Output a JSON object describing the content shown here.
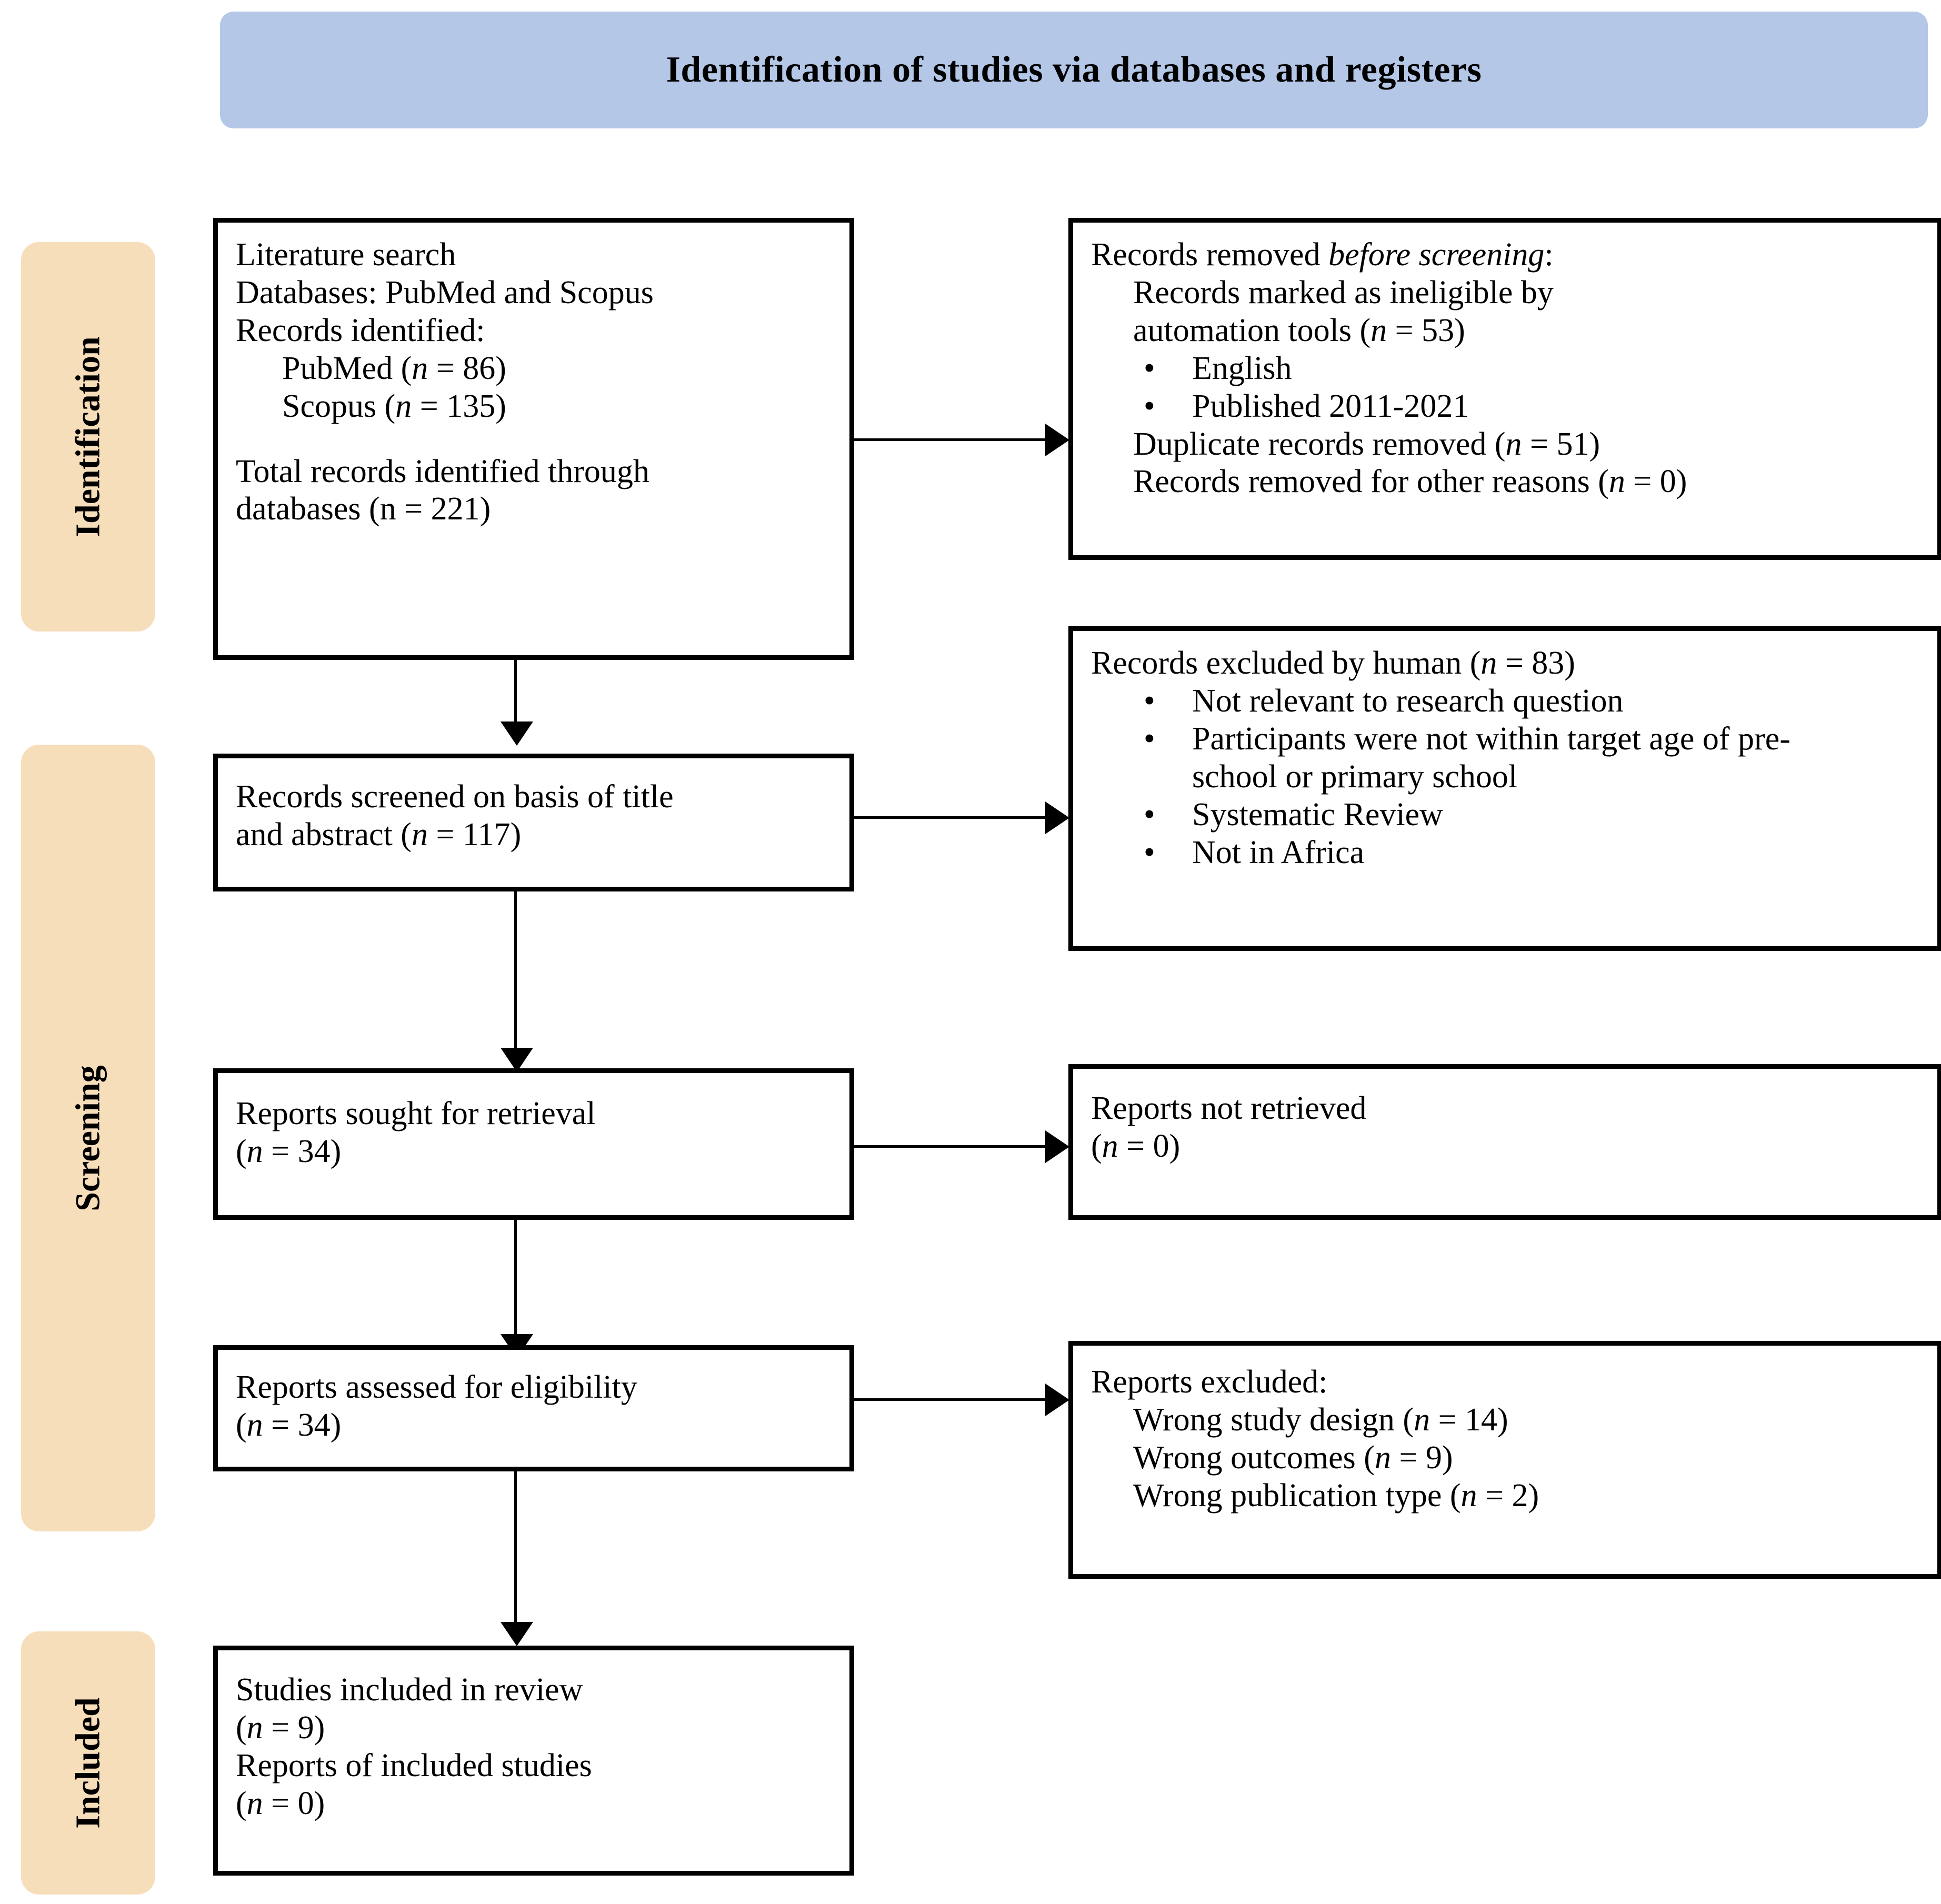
{
  "banner": {
    "title": "Identification of studies via databases and registers"
  },
  "stages": [
    {
      "key": "identification",
      "label": "Identification"
    },
    {
      "key": "screening",
      "label": "Screening"
    },
    {
      "key": "included",
      "label": "Included"
    }
  ],
  "boxes": {
    "identification_left": {
      "l1": "Literature search",
      "l2": "Databases: PubMed and Scopus",
      "l3": "Records identified:",
      "l4_label": "PubMed (",
      "l4_n": "n",
      "l4_val": " = 86)",
      "l5_label": "Scopus (",
      "l5_n": "n",
      "l5_val": " = 135)",
      "l6": "Total records identified through",
      "l7": "databases (n = 221)"
    },
    "identification_right": {
      "l1_pre": "Records removed ",
      "l1_em": "before screening",
      "l1_post": ":",
      "l2": "Records marked as ineligible by",
      "l3_pre": "automation tools (",
      "l3_n": "n",
      "l3_post": " = 53)",
      "bullets": [
        "English",
        "Published 2011-2021"
      ],
      "l4_pre": "Duplicate records removed (",
      "l4_n": "n",
      "l4_post": " = 51)",
      "l5_pre": "Records removed for other reasons (",
      "l5_n": "n",
      "l5_post": " = 0)"
    },
    "screened": {
      "l1": "Records screened on basis of title",
      "l2_pre": "and abstract (",
      "l2_n": "n",
      "l2_post": " = 117)"
    },
    "excluded_human": {
      "l1_pre": "Records excluded by human (",
      "l1_n": "n",
      "l1_post": " = 83)",
      "bullets": [
        "Not relevant to research question",
        "Participants were not within target age of pre-school or primary school",
        "Systematic Review",
        "Not in Africa"
      ]
    },
    "sought": {
      "l1": "Reports sought for retrieval",
      "l2_pre": "(",
      "l2_n": "n",
      "l2_post": " = 34)"
    },
    "not_retrieved": {
      "l1": "Reports not retrieved",
      "l2_pre": "(",
      "l2_n": "n",
      "l2_post": " = 0)"
    },
    "assessed": {
      "l1": "Reports assessed for eligibility",
      "l2_pre": "(",
      "l2_n": "n",
      "l2_post": " = 34)"
    },
    "reports_excluded": {
      "l1": "Reports excluded:",
      "items": [
        {
          "pre": "Wrong study design (",
          "n": "n",
          "post": " = 14)"
        },
        {
          "pre": "Wrong outcomes (",
          "n": "n",
          "post": " = 9)"
        },
        {
          "pre": "Wrong publication type (",
          "n": "n",
          "post": " = 2)"
        }
      ]
    },
    "included_studies": {
      "l1": "Studies included in review",
      "l2_pre": "(",
      "l2_n": "n",
      "l2_post": " = 9)",
      "l3": "Reports of included studies",
      "l4_pre": "(",
      "l4_n": "n",
      "l4_post": " = 0)"
    }
  },
  "colors": {
    "banner_fill": "#b4c7e7",
    "stage_fill": "#f7debb",
    "box_border": "#000000",
    "text": "#000000"
  },
  "bullet_glyph": "•"
}
